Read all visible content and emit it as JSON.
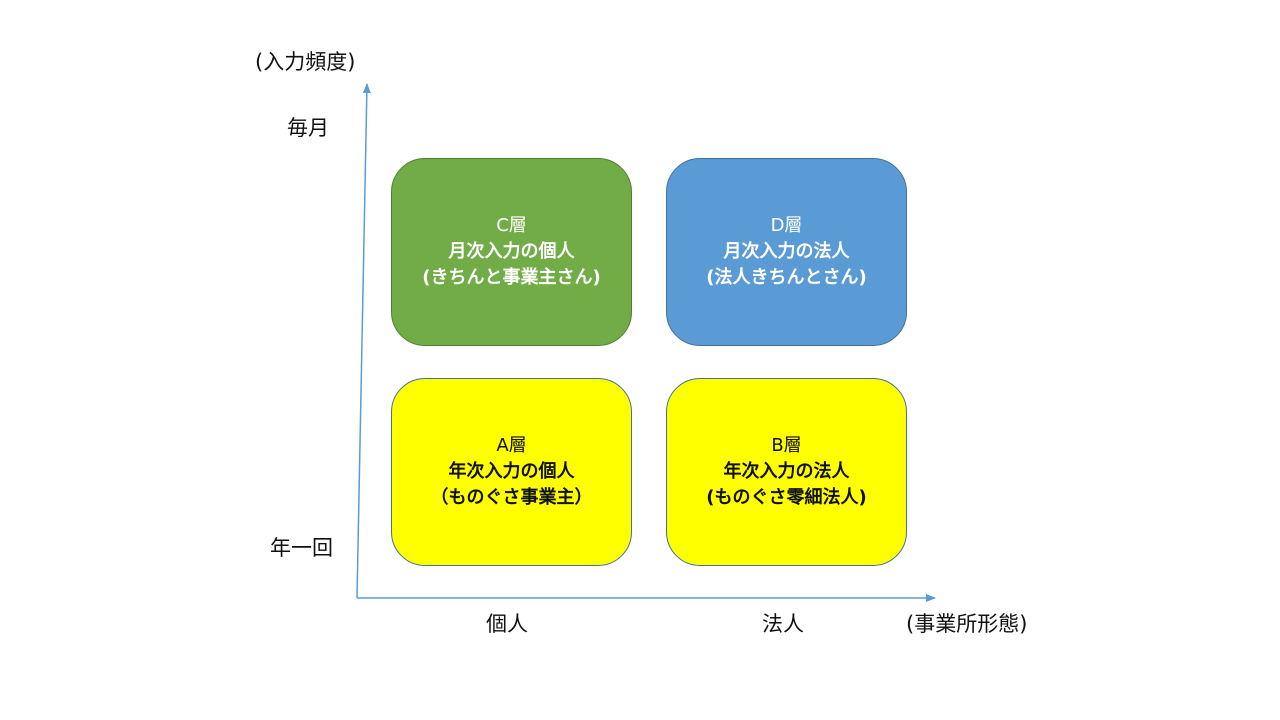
{
  "axes": {
    "y_title": "(入力頻度)",
    "y_high": "毎月",
    "y_low": "年一回",
    "x_left": "個人",
    "x_right": "法人",
    "x_title": "(事業所形態)"
  },
  "quadrants": {
    "c": {
      "tier": "C層",
      "line1": "月次入力の個人",
      "line2": "(きちんと事業主さん)"
    },
    "d": {
      "tier": "D層",
      "line1": "月次入力の法人",
      "line2": "(法人きちんとさん)"
    },
    "a": {
      "tier": "A層",
      "line1": "年次入力の個人",
      "line2": "（ものぐさ事業主）"
    },
    "b": {
      "tier": "B層",
      "line1": "年次入力の法人",
      "line2": "(ものぐさ零細法人)"
    }
  },
  "colors": {
    "axis": "#5b9bd5",
    "c_fill": "#71ac47",
    "d_fill": "#5b9bd5",
    "a_fill": "#ffff00",
    "b_fill": "#ffff00"
  }
}
